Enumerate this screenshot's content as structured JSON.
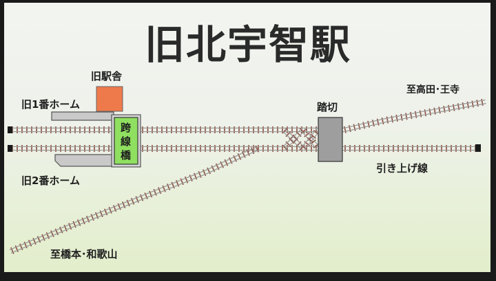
{
  "title": "旧北宇智駅",
  "labels": {
    "station_building": "旧駅舎",
    "platform1": "旧1番ホーム",
    "platform2": "旧2番ホーム",
    "overpass_char1": "跨",
    "overpass_char2": "線",
    "overpass_char3": "橋",
    "crossing": "踏切",
    "to_takada": "至高田･王寺",
    "siding": "引き上げ線",
    "to_hashimoto": "至橋本･和歌山"
  },
  "colors": {
    "screen_top": "#f2f4f0",
    "screen_bottom": "#e4efcf",
    "rail": "#9a9a9a",
    "tie": "#8b4a3c",
    "platform": "#c9c9c9",
    "station_building": "#ee7a4c",
    "overpass": "#8fe060",
    "crossing": "#9e9e9e",
    "buffer": "#1a1a1a"
  }
}
